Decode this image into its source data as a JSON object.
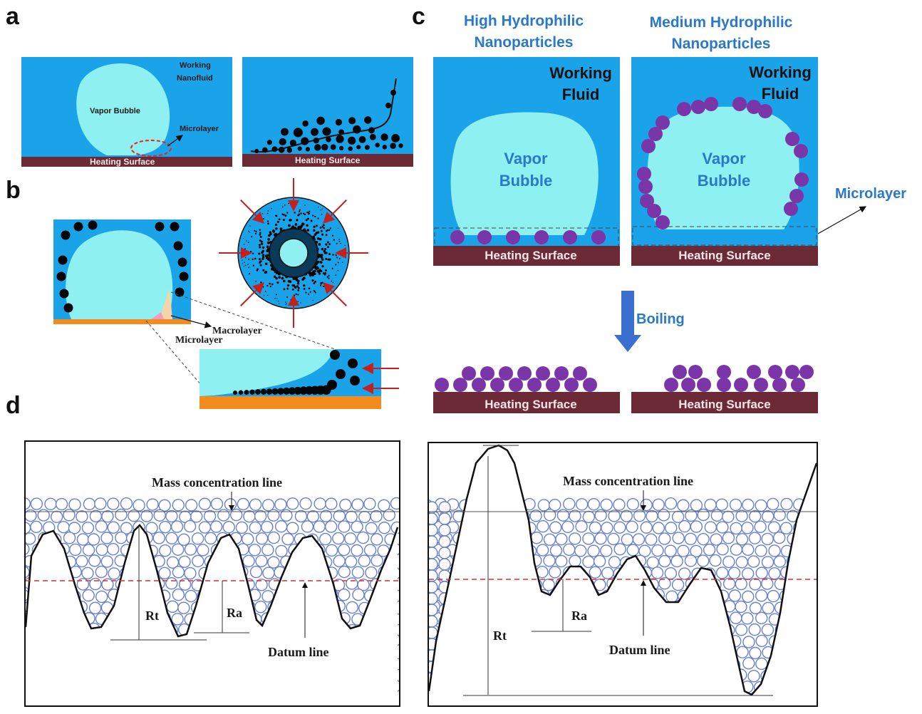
{
  "panel_labels": {
    "a": "a",
    "b": "b",
    "c": "c",
    "d": "d"
  },
  "panel_a": {
    "working_nanofluid_line1": "Working",
    "working_nanofluid_line2": "Nanofluid",
    "vapor_bubble": "Vapor Bubble",
    "microlayer": "Microlayer",
    "heating_surface_left": "Heating Surface",
    "heating_surface_right": "Heating Surface"
  },
  "panel_b": {
    "macrolayer": "Macrolayer",
    "microlayer": "Microlayer"
  },
  "panel_c": {
    "high_title_line1": "High Hydrophilic",
    "high_title_line2": "Nanoparticles",
    "medium_title_line1": "Medium Hydrophilic",
    "medium_title_line2": "Nanoparticles",
    "working_fluid_line1": "Working",
    "working_fluid_line2": "Fluid",
    "vapor_line1": "Vapor",
    "vapor_line2": "Bubble",
    "microlayer": "Microlayer",
    "heating_surface": "Heating Surface",
    "boiling": "Boiling"
  },
  "panel_d": {
    "mass_concentration_line": "Mass concentration line",
    "datum_line": "Datum line",
    "rt": "Rt",
    "ra": "Ra"
  },
  "colors": {
    "fluid": "#1aa3e8",
    "vapor": "#8ef0f0",
    "heating_surface": "#6b2a35",
    "particle_purple": "#7a35a8",
    "orange_surface": "#f28c1e",
    "label_blue": "#2a78c8",
    "arrow_red": "#c42020",
    "datum_red": "#d43030"
  }
}
